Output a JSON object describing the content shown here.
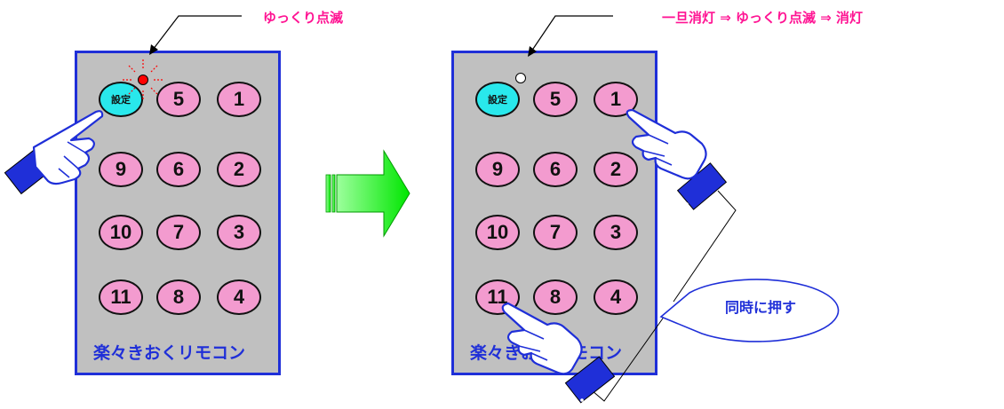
{
  "left_caption": "ゆっくり点滅",
  "right_caption": "一旦消灯 ⇒ ゆっくり点滅 ⇒ 消灯",
  "bubble_text": "同時に押す",
  "remote_brand": "楽々きおくリモコン",
  "setting_button_label": "設定",
  "button_labels": {
    "b5": "5",
    "b1": "1",
    "b9": "9",
    "b6": "6",
    "b2": "2",
    "b10": "10",
    "b7": "7",
    "b3": "3",
    "b11": "11",
    "b8": "8",
    "b4": "4"
  },
  "colors": {
    "remote_body": "#c0c0c0",
    "remote_border": "#1f2fd8",
    "number_button": "#f39bcf",
    "setting_button": "#29e8ec",
    "caption": "#ff1493",
    "led_on": "#ff0000",
    "arrow": "#00ff00"
  },
  "icons": [
    "blinking-led-icon",
    "led-off-icon",
    "pointing-hand-icon",
    "right-arrow-icon",
    "speech-bubble-icon"
  ]
}
